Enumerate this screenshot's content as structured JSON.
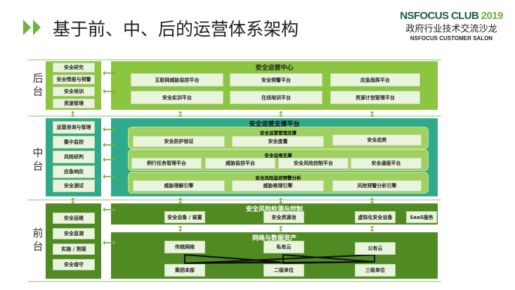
{
  "header": {
    "title": "基于前、中、后的运营体系架构",
    "logo_line1a": "NSFOCUS CLUB",
    "logo_line1b": "2019",
    "logo_line2": "政府行业技术交流沙龙",
    "logo_line3": "NSFOCUS CUSTOMER SALON"
  },
  "tiers": {
    "back": "后台",
    "middle": "中台",
    "front": "前台"
  },
  "back_left": [
    "安全研究",
    "安全情报与预警",
    "安全培训",
    "资源管理"
  ],
  "middle_left": [
    "运营咨询与管理",
    "集中监控",
    "风险研判",
    "应急响应",
    "安全测试"
  ],
  "front_left": [
    "安全运维",
    "安全监测",
    "实施 / 割接",
    "安全值守"
  ],
  "ops_center": {
    "title": "安全运营中心",
    "items": [
      "互联网威胁监控平台",
      "安全预警平台",
      "应急指挥平台",
      "安全实训平台",
      "在线培训平台",
      "资源计划管理平台"
    ]
  },
  "support_platform": {
    "title": "安全运营支撑平台",
    "mgmt": {
      "title": "安全运营管理支撑",
      "items": [
        "安全防护验证",
        "安全度量",
        "安全态势"
      ]
    },
    "maint": {
      "title": "安全运维支撑",
      "items": [
        "例行任务管理平台",
        "威胁监控平台",
        "安全风险控制平台",
        "安全通报平台"
      ]
    },
    "risk": {
      "title": "安全风险监控预警分析",
      "items": [
        "威胁理解引擎",
        "威胁推理引擎",
        "风险预警分析引擎"
      ]
    }
  },
  "detect": {
    "title": "安全风险检测与控制",
    "items": [
      "安全设备 / 装置",
      "安全资源池",
      "虚拟化安全设备",
      "SaaS服务"
    ]
  },
  "assets": {
    "title": "网络与数据资产",
    "items": [
      "传统网络",
      "私有云",
      "公有云",
      "集团本部",
      "二级单位",
      "三级单位"
    ]
  },
  "colors": {
    "light_green": "#8cc53f",
    "teal": "#2faa8a",
    "dark_green": "#4f8a22"
  }
}
